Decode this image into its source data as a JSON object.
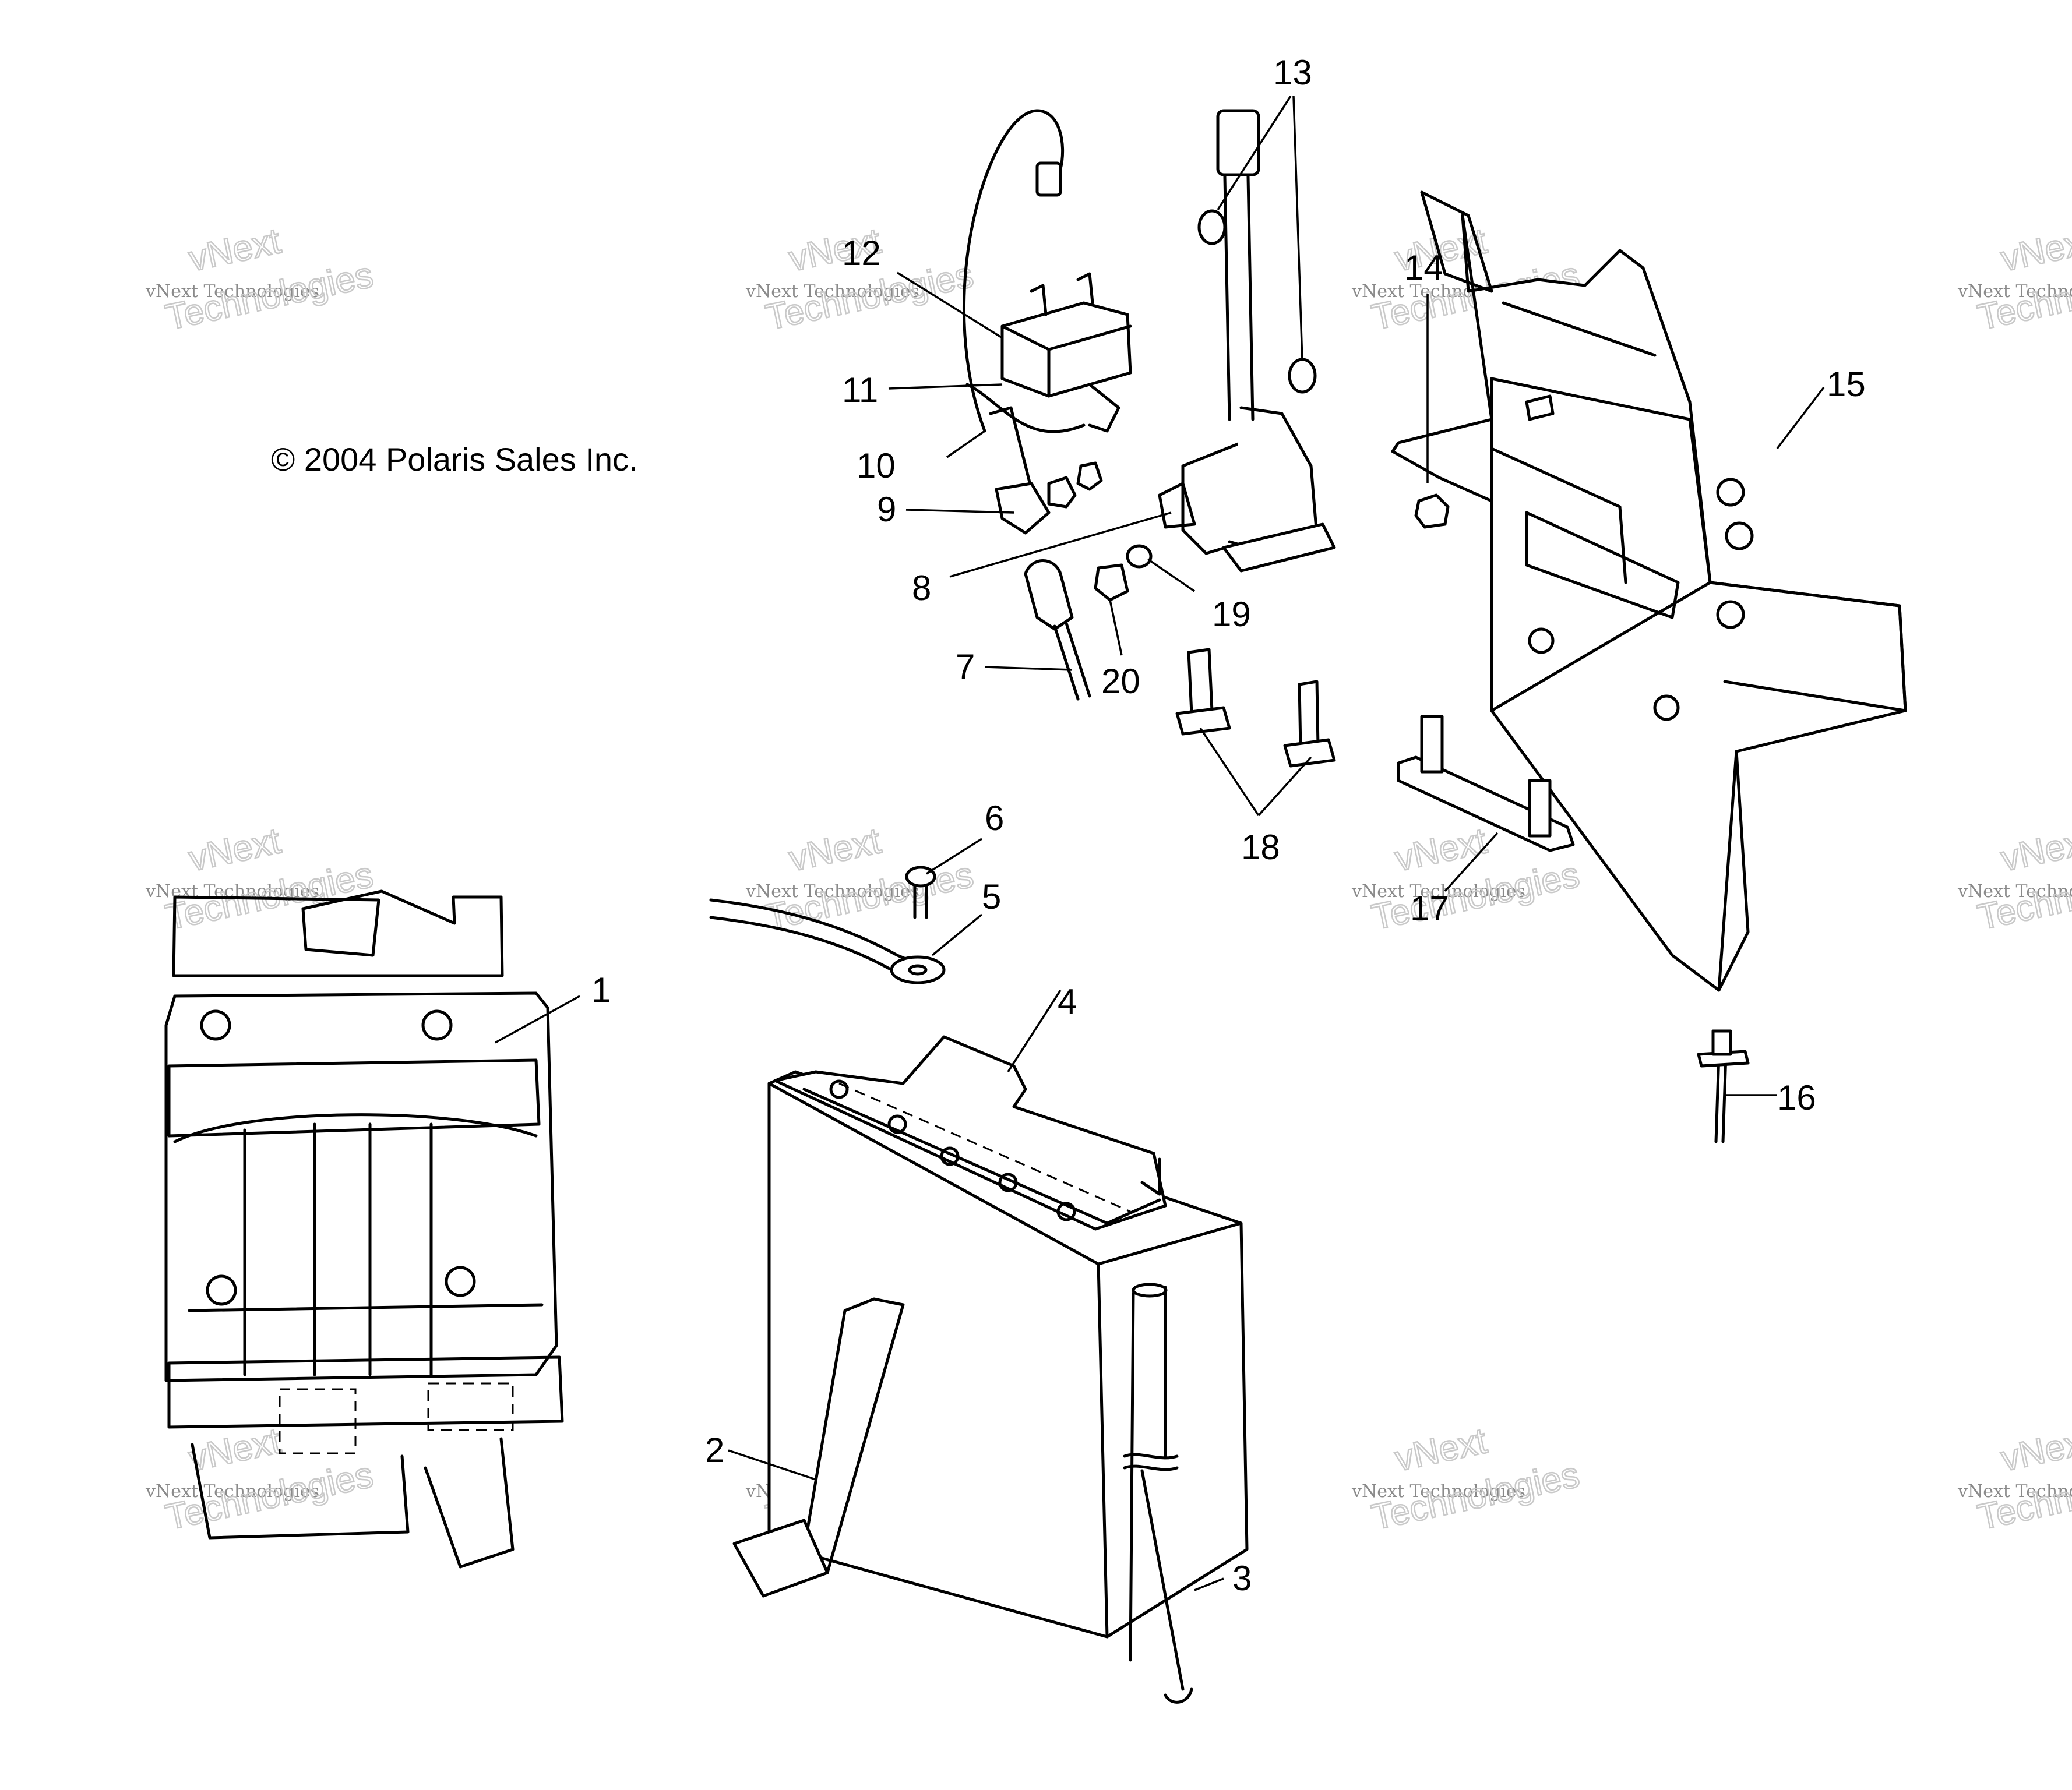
{
  "copyright": "© 2004 Polaris Sales Inc.",
  "watermark": {
    "line1": "vNext Technologies",
    "line2": "Technologies",
    "line3": "vNext"
  },
  "callouts": [
    "1",
    "2",
    "3",
    "4",
    "5",
    "6",
    "7",
    "8",
    "9",
    "10",
    "11",
    "12",
    "13",
    "14",
    "15",
    "16",
    "17",
    "18",
    "19",
    "20"
  ]
}
